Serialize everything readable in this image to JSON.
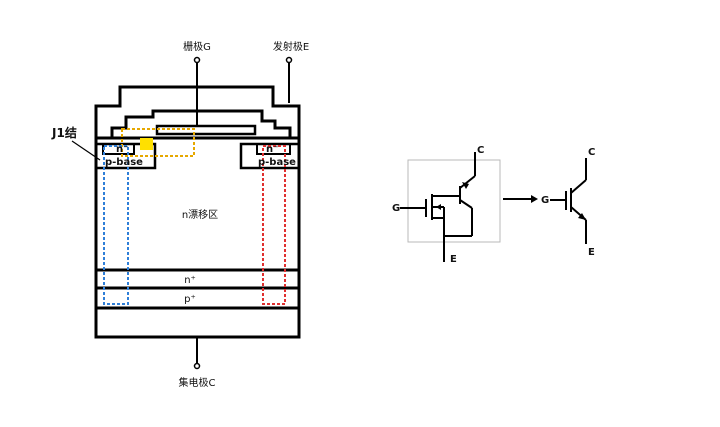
{
  "structure": {
    "gate_label": "栅极G",
    "emitter_label": "发射极E",
    "collector_label": "集电极C",
    "junction_label": "J1结",
    "n_plus_left": "n⁻",
    "n_plus_right": "n⁻",
    "p_base_left": "p-base",
    "p_base_right": "p-base",
    "drift_label": "n漂移区",
    "n_buffer_label": "n⁺",
    "p_collector_label": "p⁺"
  },
  "symbols": {
    "equivalent_circuit": {
      "g": "G",
      "c": "C",
      "e": "E"
    },
    "igbt_symbol": {
      "g": "G",
      "c": "C",
      "e": "E"
    }
  },
  "colors": {
    "outline": "#000000",
    "blue_path": "#2f7fd8",
    "red_path": "#e03030",
    "orange_path": "#e6a800",
    "yellow_fill": "#ffe000",
    "box_border": "#b9b9b9"
  }
}
